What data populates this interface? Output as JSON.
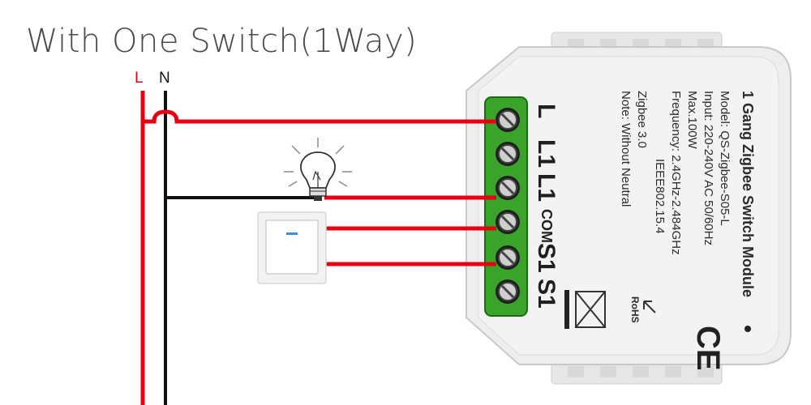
{
  "title": "With One Switch(1Way)",
  "rails": {
    "live": "L",
    "neutral": "N"
  },
  "colors": {
    "live": "#e60012",
    "neutral": "#111111",
    "terminal_block": "#3aa32a",
    "module_body": "#eeeeee",
    "title_text": "#4a4a4a"
  },
  "module": {
    "name": "1 Gang Zigbee Switch Module",
    "model": "Model: QS-Zigbee-S05-L",
    "input": "Input: 220-240V AC 50/60Hz",
    "max": "Max.100W",
    "frequency": "Frequency: 2.4GHz-2.484GHz",
    "standard": "IEEE802.15.4",
    "protocol": "Zigbee 3.0",
    "note": "Note: Without Neutral",
    "terminals": [
      "L",
      "L1",
      "L1",
      "COM",
      "S1",
      "S1"
    ],
    "marks": {
      "ce": "CE",
      "rohs": "RoHS"
    }
  },
  "icons": [
    "light-bulb-icon",
    "wall-switch-icon",
    "weee-bin-icon",
    "ce-mark-icon"
  ]
}
